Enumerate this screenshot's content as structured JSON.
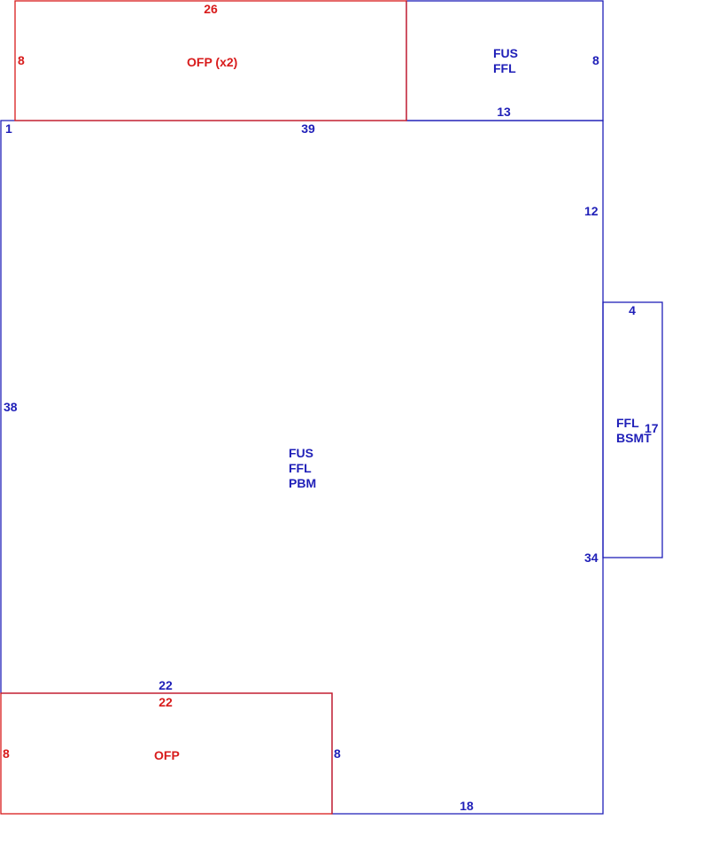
{
  "colors": {
    "structure": "#1f1fb8",
    "porch": "#d81b1b",
    "background": "#ffffff"
  },
  "main_area": {
    "codes": [
      "FUS",
      "FFL",
      "PBM"
    ],
    "dims": {
      "top_left": "1",
      "top": "39",
      "left": "38",
      "right_upper": "12",
      "right_lower": "34",
      "bottom": "18",
      "notch_top": "22",
      "notch_right": "8"
    }
  },
  "upper_right_area": {
    "codes": [
      "FUS",
      "FFL"
    ],
    "dims": {
      "right": "8",
      "bottom": "13"
    }
  },
  "side_area": {
    "codes": [
      "FFL",
      "BSMT"
    ],
    "dims": {
      "top": "4",
      "right": "17"
    }
  },
  "top_porch": {
    "label": "OFP (x2)",
    "dims": {
      "top": "26",
      "left": "8"
    }
  },
  "bottom_porch": {
    "label": "OFP",
    "dims": {
      "top": "22",
      "left": "8"
    }
  }
}
